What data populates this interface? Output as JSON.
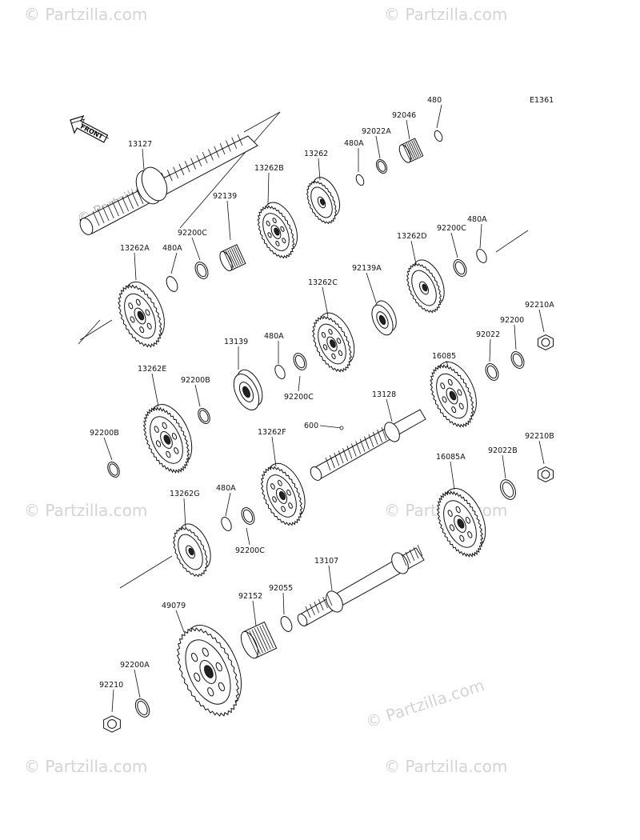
{
  "diagram": {
    "code": "E1361",
    "front_label": "FRONT",
    "watermark": "© Partzilla.com",
    "parts": [
      {
        "id": "13127",
        "label": "13127"
      },
      {
        "id": "13262B",
        "label": "13262B"
      },
      {
        "id": "13262",
        "label": "13262"
      },
      {
        "id": "480A_1",
        "label": "480A"
      },
      {
        "id": "92022A",
        "label": "92022A"
      },
      {
        "id": "92046",
        "label": "92046"
      },
      {
        "id": "480_1",
        "label": "480"
      },
      {
        "id": "92139",
        "label": "92139"
      },
      {
        "id": "92200C_1",
        "label": "92200C"
      },
      {
        "id": "480A_2",
        "label": "480A"
      },
      {
        "id": "13262A",
        "label": "13262A"
      },
      {
        "id": "13262D",
        "label": "13262D"
      },
      {
        "id": "92200C_2",
        "label": "92200C"
      },
      {
        "id": "480A_3",
        "label": "480A"
      },
      {
        "id": "92139A",
        "label": "92139A"
      },
      {
        "id": "13262C",
        "label": "13262C"
      },
      {
        "id": "92210A",
        "label": "92210A"
      },
      {
        "id": "92200",
        "label": "92200"
      },
      {
        "id": "92022",
        "label": "92022"
      },
      {
        "id": "16085",
        "label": "16085"
      },
      {
        "id": "13139",
        "label": "13139"
      },
      {
        "id": "480A_4",
        "label": "480A"
      },
      {
        "id": "13262E",
        "label": "13262E"
      },
      {
        "id": "92200B_1",
        "label": "92200B"
      },
      {
        "id": "92200C_3",
        "label": "92200C"
      },
      {
        "id": "13128",
        "label": "13128"
      },
      {
        "id": "600",
        "label": "600"
      },
      {
        "id": "92200B_2",
        "label": "92200B"
      },
      {
        "id": "13262F",
        "label": "13262F"
      },
      {
        "id": "92210B",
        "label": "92210B"
      },
      {
        "id": "16085A",
        "label": "16085A"
      },
      {
        "id": "92022B",
        "label": "92022B"
      },
      {
        "id": "13262G",
        "label": "13262G"
      },
      {
        "id": "480A_5",
        "label": "480A"
      },
      {
        "id": "92200C_4",
        "label": "92200C"
      },
      {
        "id": "13107",
        "label": "13107"
      },
      {
        "id": "92055",
        "label": "92055"
      },
      {
        "id": "92152",
        "label": "92152"
      },
      {
        "id": "49079",
        "label": "49079"
      },
      {
        "id": "92200A",
        "label": "92200A"
      },
      {
        "id": "92210",
        "label": "92210"
      }
    ]
  }
}
